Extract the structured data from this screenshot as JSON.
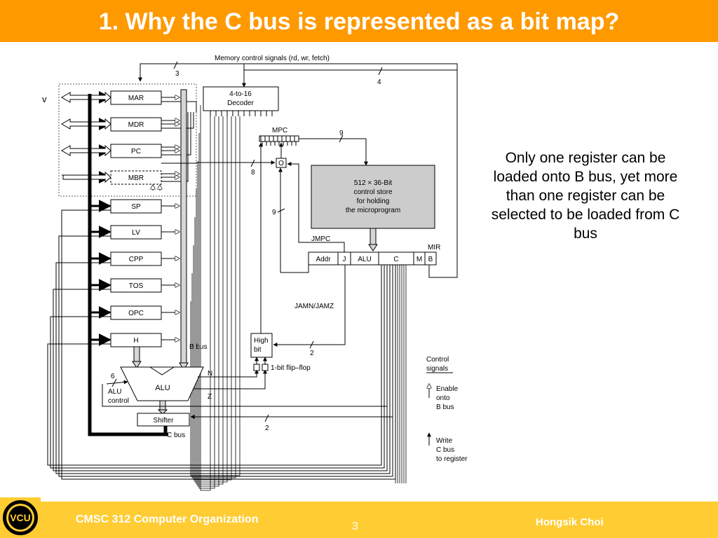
{
  "slide": {
    "title": "1. Why the C bus is represented as a bit map?",
    "note": "Only one register can be loaded onto B bus, yet more than one register can be selected to be loaded from C bus",
    "footer": {
      "course": "CMSC 312 Computer Organization",
      "page": "3",
      "author": "Hongsik Choi",
      "logo_text": "VCU"
    }
  },
  "diagram": {
    "stray_label": "v",
    "memory_label": "Memory control signals (rd, wr, fetch)",
    "registers": [
      "MAR",
      "MDR",
      "PC",
      "MBR",
      "SP",
      "LV",
      "CPP",
      "TOS",
      "OPC",
      "H"
    ],
    "decoder_label": "4-to-16\nDecoder",
    "mpc": "MPC",
    "control_store": "512 × 36-Bit\ncontrol store\nfor holding\nthe microprogram",
    "jmpc": "JMPC",
    "mir": "MIR",
    "mir_fields": [
      "Addr",
      "J",
      "ALU",
      "C",
      "M",
      "B"
    ],
    "o_label": "O",
    "high_bit": "High\nbit",
    "flipflop": "1-bit flip–flop",
    "jamn": "JAMN/JAMZ",
    "b_bus": "B bus",
    "c_bus": "C bus",
    "alu": "ALU",
    "alu_control": "ALU\ncontrol",
    "shifter": "Shifter",
    "n": "N",
    "z": "Z",
    "numbers": {
      "mem": "3",
      "dec": "4",
      "mpc9": "9",
      "eight": "8",
      "nine": "9",
      "two_hb": "2",
      "six": "6",
      "two_sh": "2"
    },
    "legend": {
      "title": "Control\nsignals",
      "enable": "Enable\nonto\nB bus",
      "write": "Write\nC bus\nto register"
    }
  }
}
